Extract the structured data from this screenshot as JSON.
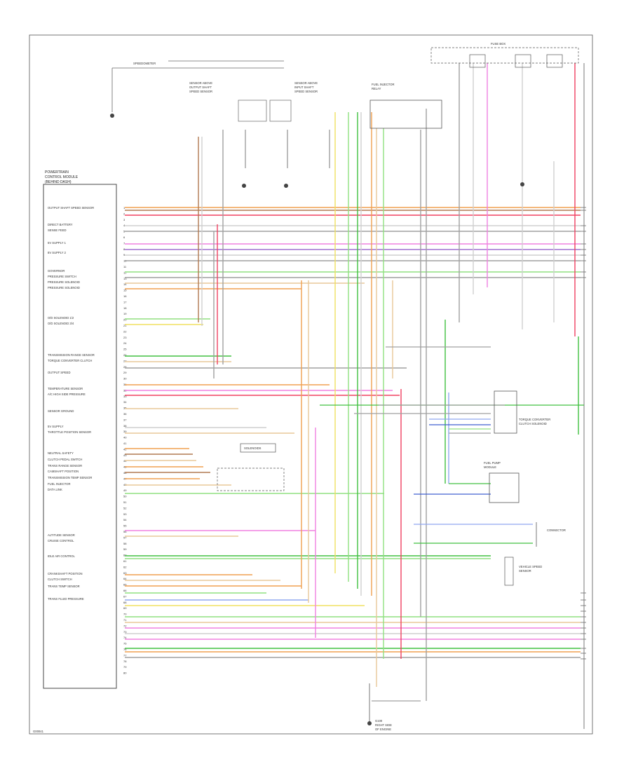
{
  "module": {
    "title_lines": [
      "POWERTRAIN",
      "CONTROL MODULE",
      "(BEHIND DASH)"
    ],
    "pin_labels": [
      "OUTPUT SHAFT SPEED SENSOR",
      "DIRECT BATTERY",
      "SENSE FEED",
      "5V SUPPLY 1",
      "8V SUPPLY 2",
      "GOVERNOR",
      "PRESSURE SWITCH",
      "PRESSURE SOLENOID",
      "PRESSURE SOLENOID",
      "O/D SOLENOID 1/2",
      "O/D SOLENOID 3/4",
      "TRANSMISSION RANGE SENSOR",
      "TORQUE CONVERTER CLUTCH",
      "OUTPUT SPEED",
      "TEMPERATURE SENSOR",
      "A/C HIGH SIDE PRESSURE",
      "SENSOR GROUND",
      "5V SUPPLY",
      "THROTTLE POSITION SENSOR",
      "NEUTRAL SAFETY",
      "CLUTCH PEDAL SWITCH",
      "TRANS RANGE SENSOR",
      "CAMSHAFT POSITION",
      "TRANSMISSION TEMP SENSOR",
      "FUEL INJECTOR",
      "DATA LINK",
      "ALTITUDE SENSOR",
      "CRUISE CONTROL",
      "IDLE AIR CONTROL",
      "CRANKSHAFT POSITION",
      "CLUTCH SWITCH",
      "TRANS TEMP SENSOR",
      "TRANS FLUID PRESSURE"
    ]
  },
  "components": {
    "relay_top_left": "SPEEDOMETER",
    "sensor_1_lines": [
      "SENSOR ABOVE",
      "OUTPUT SHAFT",
      "SPEED SENSOR"
    ],
    "sensor_2_lines": [
      "SENSOR ABOVE",
      "INPUT SHAFT",
      "SPEED SENSOR"
    ],
    "fuel_relay_lines": [
      "FUEL INJECTOR",
      "RELAY"
    ],
    "fuse_box": "FUSE BOX",
    "solenoid_block": "SOLENOIDS",
    "tcc_lines": [
      "TORQUE CONVERTER",
      "CLUTCH SOLENOID"
    ],
    "fuel_pump_lines": [
      "FUEL PUMP",
      "MODULE"
    ],
    "ground_label": "G100",
    "connector_right": "CONNECTOR",
    "vss_lines": [
      "VEHICLE SPEED",
      "SENSOR"
    ],
    "bottom_ground_lines": [
      "G100",
      "RIGHT SIDE",
      "OF ENGINE"
    ],
    "page_id": "G00041"
  },
  "colors": {
    "orange": "#f0a050",
    "yellow": "#f0e060",
    "green": "#40c040",
    "light_green": "#90e080",
    "pink": "#f080e0",
    "red": "#f04060",
    "brown": "#b07850",
    "tan": "#e8c898",
    "gray": "#a0a0a0",
    "light_gray": "#cfcfcf",
    "blue": "#4060d0",
    "light_blue": "#90a8f0",
    "violet": "#a070d0",
    "black": "#444444"
  }
}
